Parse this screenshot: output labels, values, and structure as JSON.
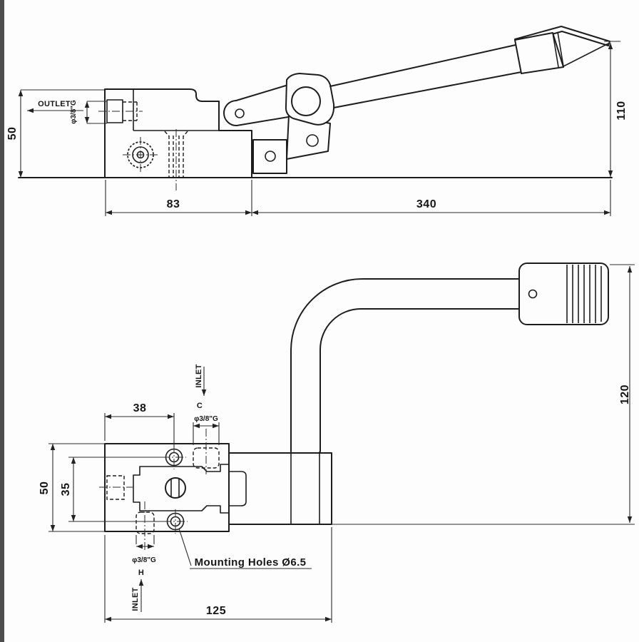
{
  "drawing": {
    "side_view": {
      "dim_body_height": "50",
      "dim_pedal_height": "110",
      "dim_body_length": "83",
      "dim_lever_length": "340",
      "outlet_label": "OUTLET",
      "outlet_port_size": "φ3/8\"G"
    },
    "plan_view": {
      "dim_port_offset": "38",
      "dim_body_width": "50",
      "dim_hole_spacing": "35",
      "dim_base_length": "125",
      "dim_pedal_width": "120",
      "inlet_top_label": "INLET",
      "inlet_top_tag": "C",
      "inlet_top_port_size": "φ3/8\"G",
      "inlet_bottom_label": "INLET",
      "inlet_bottom_tag": "H",
      "inlet_bottom_port_size": "φ3/8\"G",
      "mounting_note": "Mounting Holes Ø6.5"
    }
  }
}
